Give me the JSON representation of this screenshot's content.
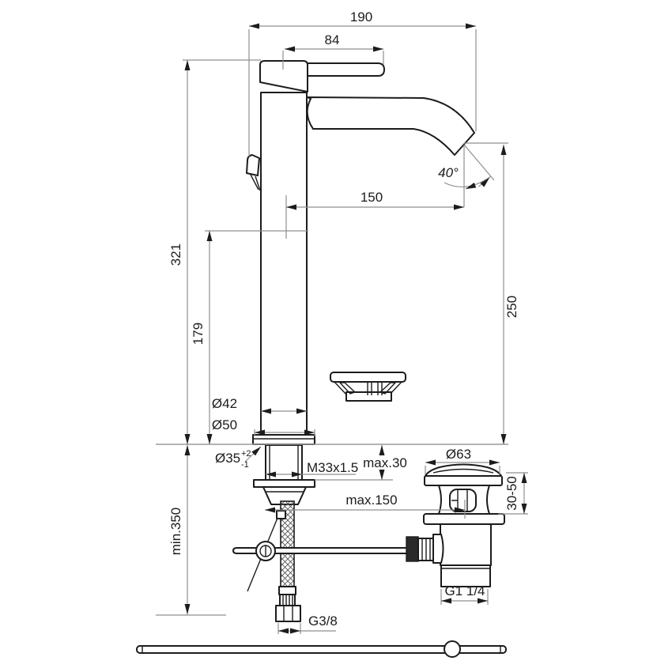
{
  "drawing": {
    "type": "technical-dimension-drawing",
    "subject": "single-lever high basin mixer tap with pop-up waste and flexible supply hose, side elevation",
    "colors": {
      "object_line": "#1c1c1c",
      "dimension_line": "#8f8f8f",
      "background": "#ffffff"
    },
    "dimensions": {
      "overall_width": "190",
      "handle_length": "84",
      "spout_angle": "40°",
      "spout_reach": "150",
      "overall_height": "321",
      "spout_outlet_height": "250",
      "body_height": "179",
      "body_diameter": "Ø42",
      "base_diameter": "Ø50",
      "hole_diameter": "Ø35",
      "hole_tolerance_plus": "+2",
      "hole_tolerance_minus": "-1",
      "mounting_thread": "M33x1.5",
      "deck_thickness_max": "max.30",
      "waste_flange_diameter": "Ø63",
      "waste_clamp_range": "30-50",
      "rod_distance_max": "max.150",
      "hose_length_min": "min.350",
      "waste_outlet_thread": "G1 1/4",
      "supply_connection_thread": "G3/8"
    }
  }
}
